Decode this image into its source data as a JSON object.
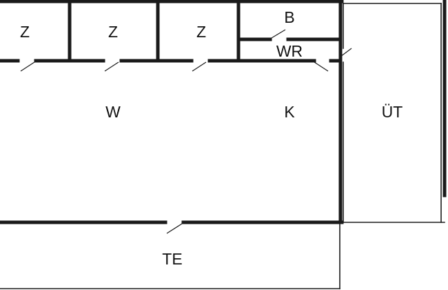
{
  "rooms": {
    "bedroom_1": "Z",
    "bedroom_2": "Z",
    "bedroom_3": "Z",
    "bath": "B",
    "wc": "WR",
    "living": "W",
    "kitchen": "K",
    "utility": "ÜT",
    "terrace": "TE"
  }
}
